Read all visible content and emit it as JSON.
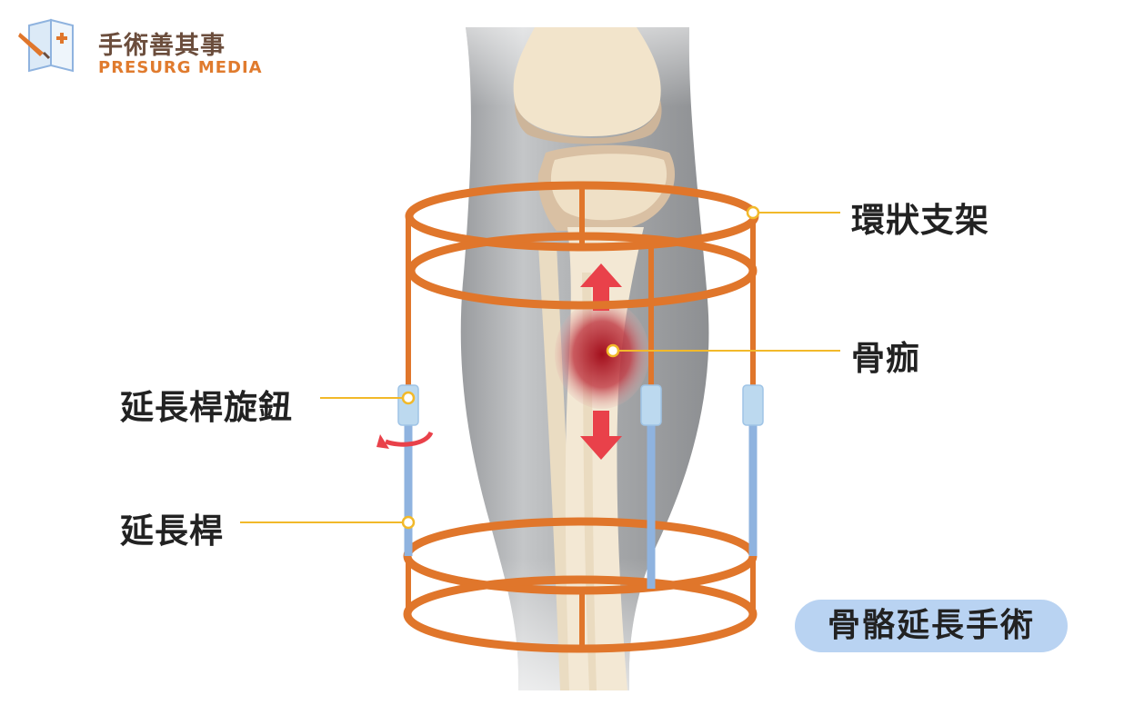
{
  "logo": {
    "title": "手術善其事",
    "subtitle": "PRESURG MEDIA"
  },
  "labels": {
    "ring_frame": "環狀支架",
    "callus": "骨痂",
    "rod_knob": "延長桿旋鈕",
    "rod": "延長桿"
  },
  "caption": "骨骼延長手術",
  "colors": {
    "frame_orange": "#e0762b",
    "rod_blue": "#8fb3df",
    "connector_blue": "#bcd9ef",
    "callus_red": "#a8141e",
    "arrow_red": "#e9414a",
    "leader_line": "#f2b92a",
    "bone": "#f1e4cd",
    "leg_gray": "#b7b9bc",
    "pill_blue": "#b9d3f2"
  }
}
